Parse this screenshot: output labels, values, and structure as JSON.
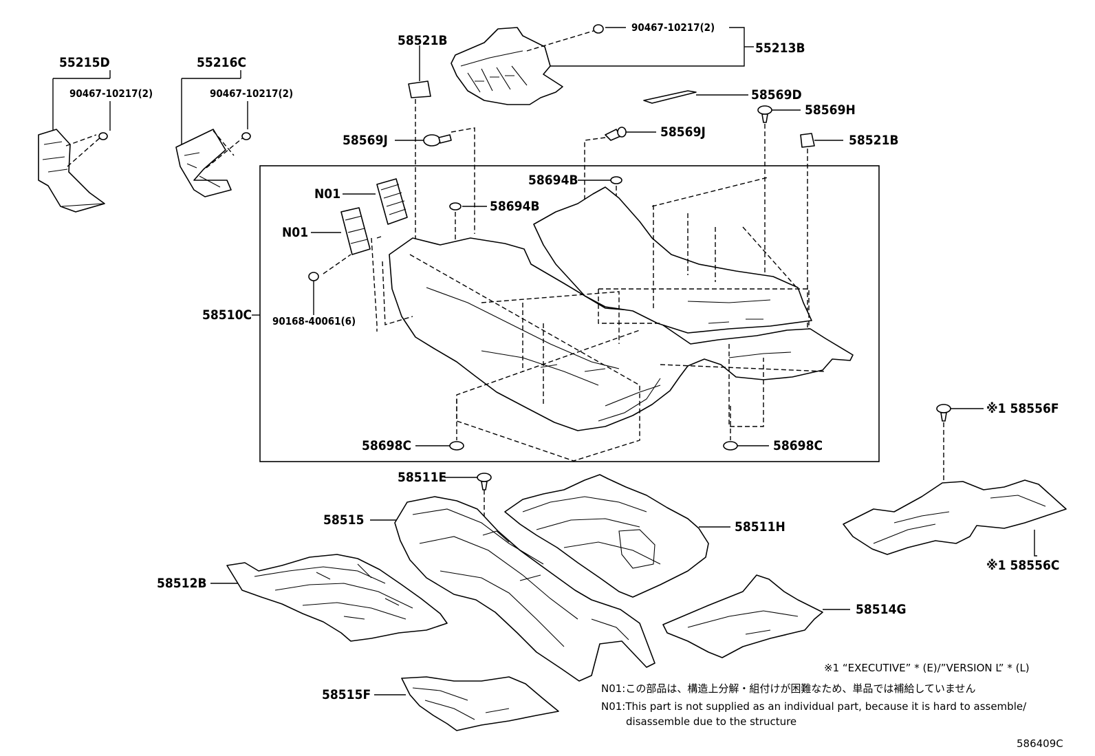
{
  "labels": {
    "p55215D": "55215D",
    "p90467_a": "90467-10217(2)",
    "p55216C": "55216C",
    "p90467_b": "90467-10217(2)",
    "p58521B_top": "58521B",
    "p90467_c": "90467-10217(2)",
    "p55213B": "55213B",
    "p58569D": "58569D",
    "p58569H": "58569H",
    "p58569J_left": "58569J",
    "p58569J_right": "58569J",
    "p58521B_right": "58521B",
    "pN01_a": "N01",
    "pN01_b": "N01",
    "p58694B_a": "58694B",
    "p58694B_b": "58694B",
    "p58510C": "58510C",
    "p90168": "90168-40061(6)",
    "p58698C_left": "58698C",
    "p58698C_right": "58698C",
    "p58556F": "※1 58556F",
    "p58511E": "58511E",
    "p58515": "58515",
    "p58511H": "58511H",
    "p58512B": "58512B",
    "p58556C": "※1 58556C",
    "p58514G": "58514G",
    "p58515F": "58515F"
  },
  "notes": {
    "footnote1": "※1 “EXECUTIVE” * (E)/”VERSION L” * (L)",
    "n01_jp": "N01:この部品は、構造上分解・組付けが困難なため、単品では補給していません",
    "n01_en_1": "N01:This part is not supplied as an individual part, because it is hard to assemble/",
    "n01_en_2": "disassemble due to the structure",
    "diagram_id": "586409C"
  }
}
